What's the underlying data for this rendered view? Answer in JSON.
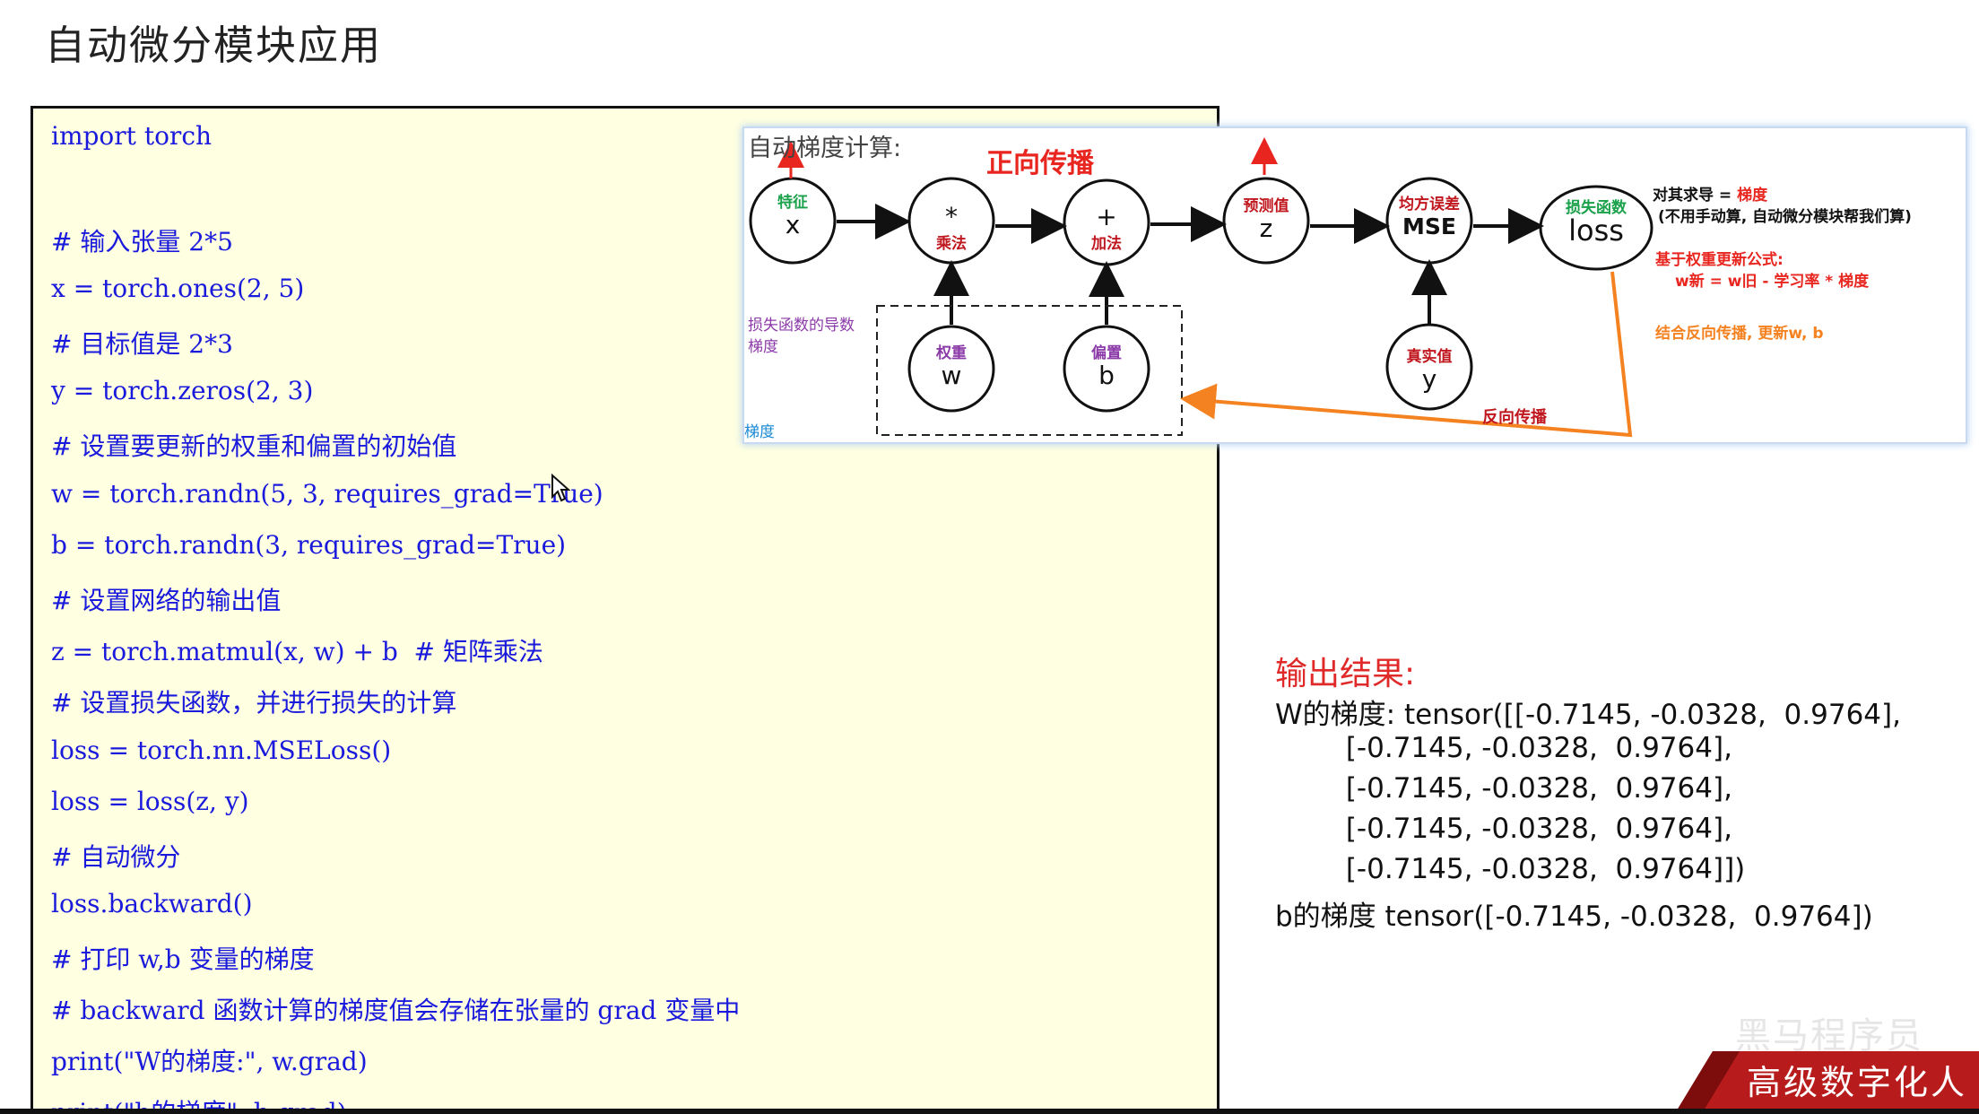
{
  "slide": {
    "title": "自动微分模块应用"
  },
  "code": {
    "lines": [
      "import torch",
      "# 输入张量 2*5",
      "x = torch.ones(2, 5)",
      "# 目标值是 2*3",
      "y = torch.zeros(2, 3)",
      "# 设置要更新的权重和偏置的初始值",
      "w = torch.randn(5, 3, requires_grad=True)",
      "b = torch.randn(3, requires_grad=True)",
      "# 设置网络的输出值",
      "z = torch.matmul(x, w) + b  # 矩阵乘法",
      "# 设置损失函数，并进行损失的计算",
      "loss = torch.nn.MSELoss()",
      "loss = loss(z, y)",
      "# 自动微分",
      "loss.backward()",
      "# 打印 w,b 变量的梯度",
      "# backward 函数计算的梯度值会存储在张量的 grad 变量中",
      "print(\"W的梯度:\", w.grad)",
      "print(\"b的梯度\", b.grad)"
    ]
  },
  "diagram": {
    "heading": "自动梯度计算:",
    "forward_label": "正向传播",
    "backward_label": "反向传播",
    "side_note_1": "损失函数的导数",
    "side_note_2": "梯度",
    "side_note_3": "梯度",
    "nodes": {
      "x": {
        "small": "特征",
        "big": "x"
      },
      "mul": {
        "small": "乘法",
        "big": "*"
      },
      "add": {
        "small": "加法",
        "big": "+"
      },
      "z": {
        "small": "预测值",
        "big": "z"
      },
      "mse": {
        "small": "均方误差",
        "big": "MSE"
      },
      "loss": {
        "small": "损失函数",
        "big": "loss"
      },
      "w": {
        "small": "权重",
        "big": "w"
      },
      "b": {
        "small": "偏置",
        "big": "b"
      },
      "y": {
        "small": "真实值",
        "big": "y"
      }
    },
    "notes": {
      "derive_prefix": "对其求导 = ",
      "derive_highlight": "梯度",
      "derive_paren": "(不用手动算, 自动微分模块帮我们算)",
      "update_title": "基于权重更新公式:",
      "update_formula": "w新 = w旧 - 学习率 * 梯度",
      "combine": "结合反向传播, 更新w, b"
    },
    "colors": {
      "arrow_red": "#e8261f",
      "arrow_orange": "#f58220",
      "node_red": "#c0171f",
      "node_purple": "#8b3aa8",
      "node_green": "#1aa14a",
      "text_blue": "#1a1adc"
    }
  },
  "output": {
    "title": "输出结果:",
    "lines": [
      "W的梯度: tensor([[-0.7145, -0.0328,  0.9764],",
      "        [-0.7145, -0.0328,  0.9764],",
      "        [-0.7145, -0.0328,  0.9764],",
      "        [-0.7145, -0.0328,  0.9764],",
      "        [-0.7145, -0.0328,  0.9764]])",
      "b的梯度 tensor([-0.7145, -0.0328,  0.9764])"
    ]
  },
  "brand": {
    "banner": "高级数字化人",
    "watermark": "黑马程序员"
  }
}
